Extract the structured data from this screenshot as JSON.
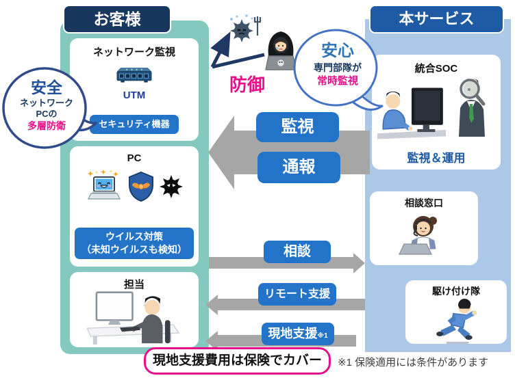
{
  "colors": {
    "left_header_bg": "#17375E",
    "right_header_bg": "#1F5AA5",
    "left_panel_bg": "#85C8BF",
    "right_panel_bg": "#ACC8E8",
    "label_blue": "#2373C8",
    "arrow_grey": "#A6A6A6",
    "accent_pink": "#E80E8A",
    "navy_text": "#17375E"
  },
  "left_panel": {
    "header": "お客様",
    "network_card": {
      "title": "ネットワーク監視",
      "device_label": "UTM",
      "badge": "セキュリティ機器"
    },
    "pc_card": {
      "title": "PC",
      "badge_line1": "ウイルス対策",
      "badge_line2": "（未知ウイルスも検知）"
    },
    "staff_card": {
      "title": "担当"
    }
  },
  "right_panel": {
    "header": "本サービス",
    "soc_card": {
      "title": "統合SOC",
      "caption": "監視＆運用"
    },
    "desk_card": {
      "title": "相談窓口"
    },
    "team_card": {
      "title": "駆け付け隊"
    }
  },
  "bubble_safety": {
    "title": "安全",
    "line1": "ネットワーク",
    "line2": "PCの",
    "line3": "多層防衛"
  },
  "bubble_anshin": {
    "title": "安心",
    "line1": "専門部隊が",
    "line2": "常時監視"
  },
  "center": {
    "defense_label": "防御",
    "arrow_monitor": "監視",
    "arrow_report": "通報",
    "arrow_consult": "相談",
    "arrow_remote": "リモート支援",
    "arrow_onsite": "現地支援",
    "onsite_note_ref": "※1"
  },
  "footer": {
    "banner": "現地支援費用は保険でカバー",
    "note": "※1 保険適用には条件があります"
  }
}
